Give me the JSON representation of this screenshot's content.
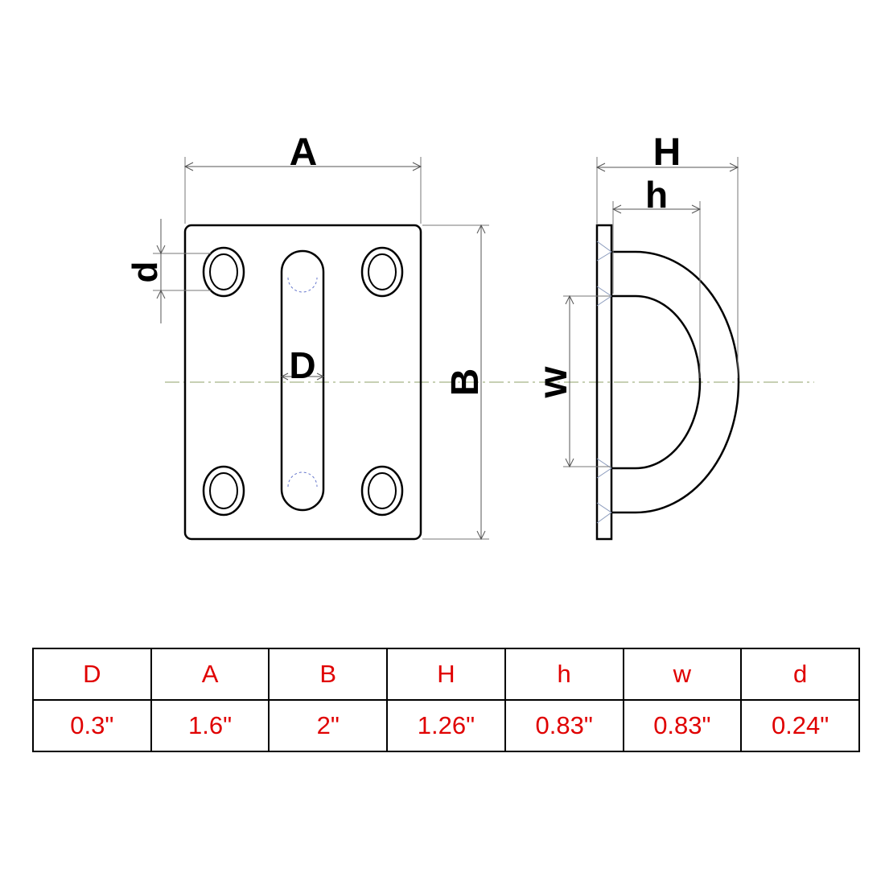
{
  "diagram": {
    "front_view": {
      "label_A": "A",
      "label_B": "B",
      "label_D": "D",
      "label_d": "d"
    },
    "side_view": {
      "label_H": "H",
      "label_h": "h",
      "label_w": "w"
    }
  },
  "table": {
    "headers": [
      "D",
      "A",
      "B",
      "H",
      "h",
      "w",
      "d"
    ],
    "values": [
      "0.3\"",
      "1.6\"",
      "2\"",
      "1.26\"",
      "0.83\"",
      "0.83\"",
      "0.24\""
    ]
  },
  "colors": {
    "table_text": "#e00000",
    "line": "#000000",
    "center_line": "#8fa26a"
  }
}
